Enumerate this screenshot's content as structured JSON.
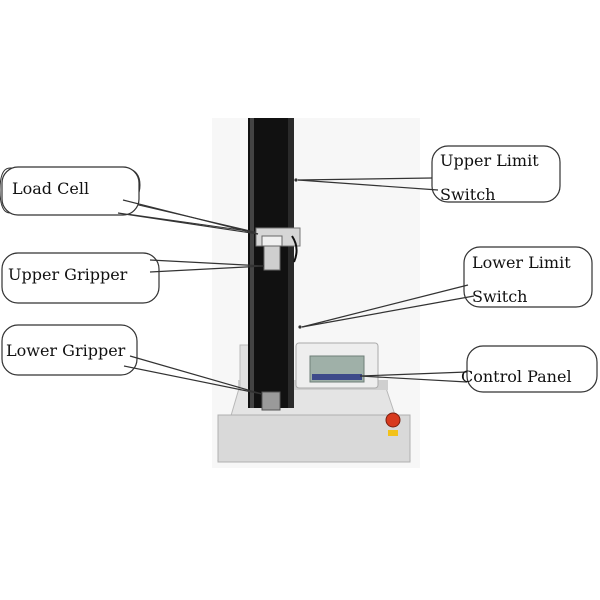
{
  "labels": {
    "load_cell": "Load Cell",
    "upper_gripper": "Upper Gripper",
    "lower_gripper": "Lower Gripper",
    "upper_limit_line1": "Upper Limit",
    "upper_limit_line2": "Switch",
    "lower_limit_line1": "Lower Limit",
    "lower_limit_line2": "Switch",
    "control_panel": "Control Panel"
  },
  "colors": {
    "background": "#ffffff",
    "column": "#111111",
    "machine_body": "#e6e6e6",
    "machine_shadow": "#bfbfbf",
    "screen": "#9fb0a8",
    "emergency_button": "#d83a1e",
    "callout_stroke": "#333333"
  }
}
